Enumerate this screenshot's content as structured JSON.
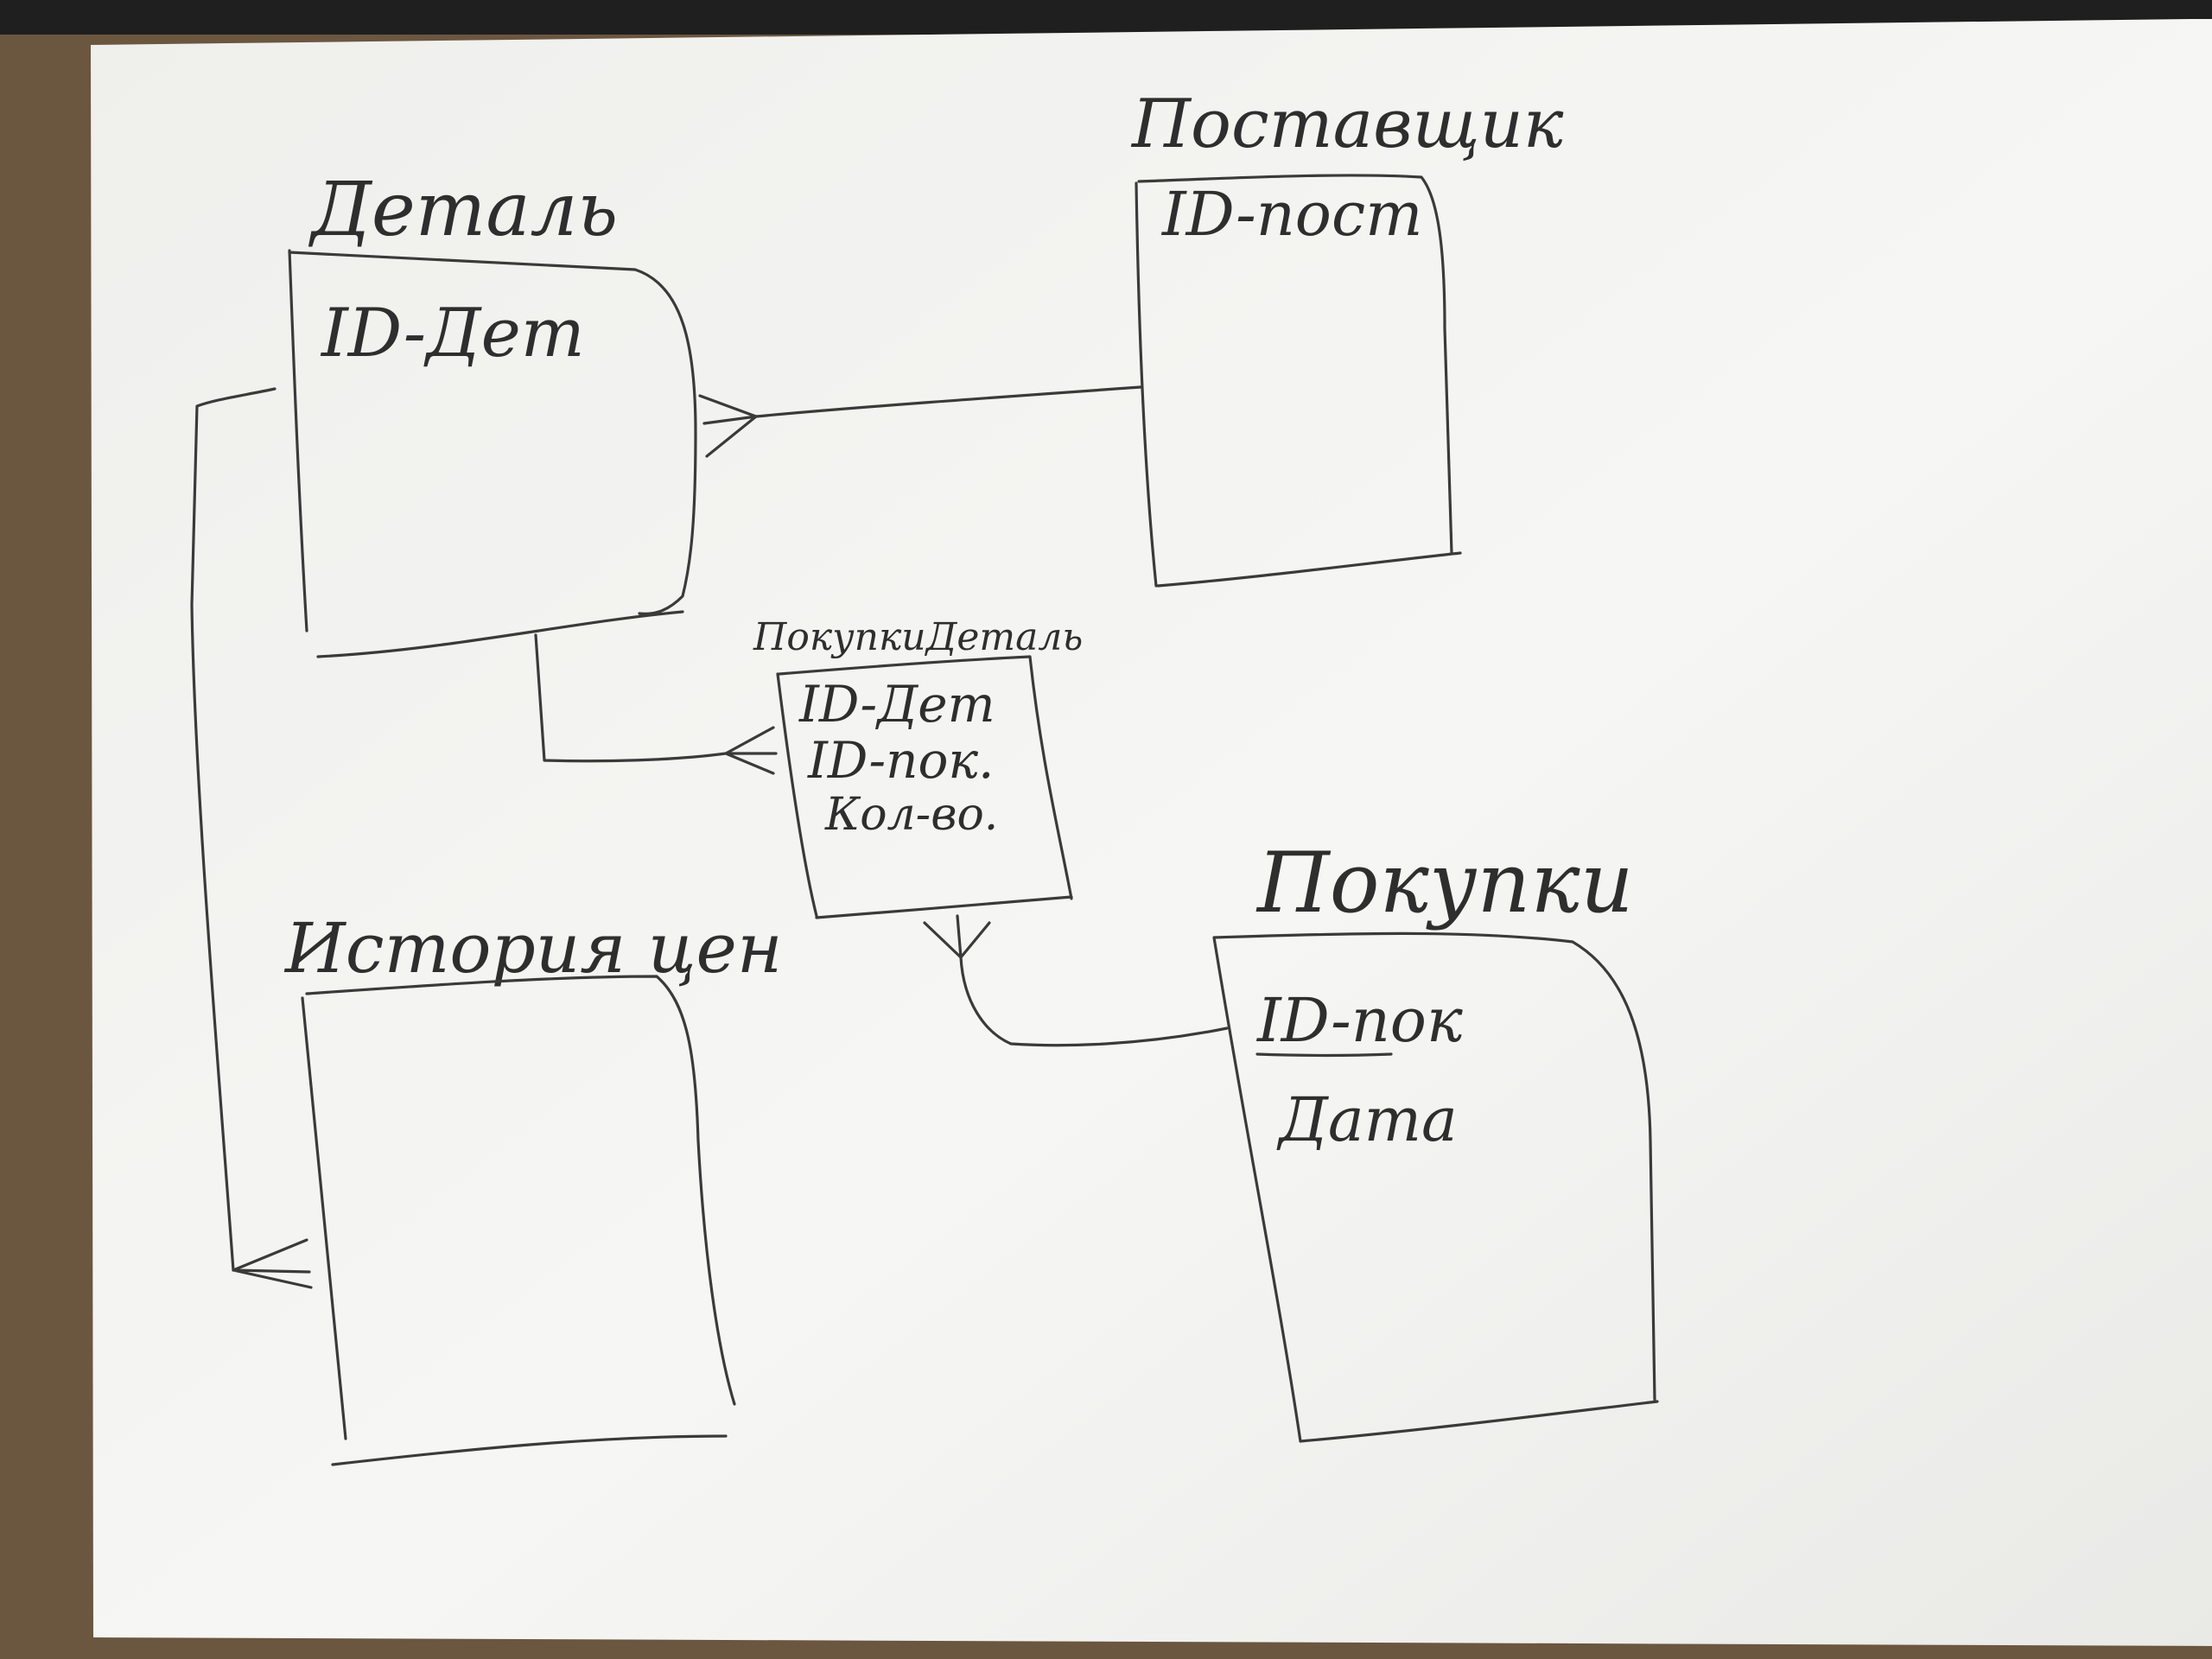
{
  "diagram": {
    "colors": {
      "paper": "#f3f3f1",
      "ink": "#3a3a3a",
      "desk": "#6b5640"
    },
    "entities": [
      {
        "id": "detal",
        "title": "Деталь",
        "fields": [
          "ID-Дет"
        ]
      },
      {
        "id": "postavshik",
        "title": "Поставщик",
        "fields": [
          "ID-пост"
        ]
      },
      {
        "id": "pokupki_detal",
        "title": "ПокупкиДеталь",
        "fields": [
          "ID-Дет",
          "ID-пок.",
          "Кол-во."
        ]
      },
      {
        "id": "istoriya",
        "title": "История цен",
        "fields": []
      },
      {
        "id": "pokupki",
        "title": "Покупки",
        "fields": [
          "ID-пок",
          "Дата"
        ]
      }
    ],
    "relationships": [
      {
        "from": "postavshik",
        "to": "detal",
        "cardinality": "one-to-many"
      },
      {
        "from": "detal",
        "to": "pokupki_detal",
        "cardinality": "one-to-many"
      },
      {
        "from": "pokupki",
        "to": "pokupki_detal",
        "cardinality": "one-to-many"
      },
      {
        "from": "detal",
        "to": "istoriya",
        "cardinality": "one-to-many"
      }
    ]
  }
}
